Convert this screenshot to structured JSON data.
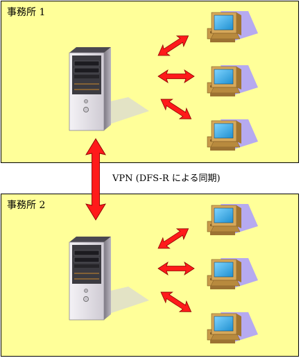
{
  "offices": [
    {
      "label": "事務所 1",
      "server": "file-server",
      "clients": [
        "pc",
        "pc",
        "pc"
      ]
    },
    {
      "label": "事務所 2",
      "server": "file-server",
      "clients": [
        "pc",
        "pc",
        "pc"
      ]
    }
  ],
  "link": {
    "label": "VPN (DFS-R による同期)"
  },
  "colors": {
    "office_fill": "#ffff99",
    "arrow": "#ff0000",
    "pc_body": "#c89a4a",
    "pc_screen": "#2ea6e0",
    "pc_shadow": "#b0a0ff",
    "server_front": "#e0dde4",
    "server_side": "#9a96a0"
  },
  "icons": [
    "server-icon",
    "computer-icon",
    "double-arrow-icon"
  ]
}
